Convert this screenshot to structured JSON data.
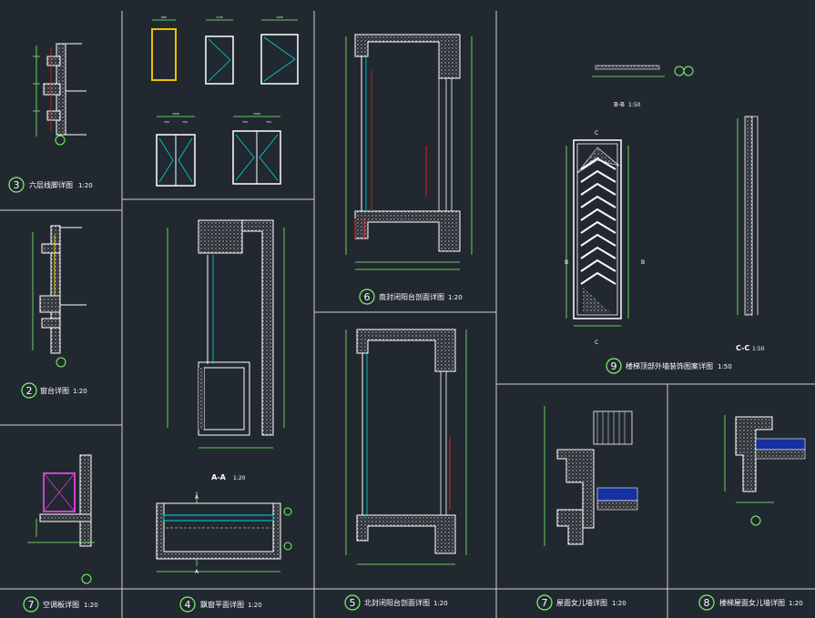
{
  "panels": [
    {
      "num": "3",
      "title": "六层线脚详图",
      "scale": "1:20"
    },
    {
      "num": "2",
      "title": "窗台详图",
      "scale": "1:20"
    },
    {
      "num": "7",
      "title": "空调板详图",
      "scale": "1:20"
    },
    {
      "num": "4",
      "title": "飘窗平面详图",
      "scale": "1:20"
    },
    {
      "num": "6",
      "title": "南封闭阳台剖面详图",
      "scale": "1:20"
    },
    {
      "num": "5",
      "title": "北封闭阳台剖面详图",
      "scale": "1:20"
    },
    {
      "num": "9",
      "title": "楼梯顶部外墙装饰图案详图",
      "scale": "1:50"
    },
    {
      "num": "7",
      "title": "屋面女儿墙详图",
      "scale": "1:20"
    },
    {
      "num": "8",
      "title": "楼梯屋面女儿墙详图",
      "scale": "1:20"
    }
  ],
  "section_labels": {
    "bb": "B-B",
    "bb_scale": "1:50",
    "cc": "C-C",
    "cc_scale": "1:50",
    "aa": "A-A",
    "aa_scale": "1:20"
  },
  "markers": {
    "a_top": "A",
    "a_bottom": "A",
    "b_left": "B",
    "b_right": "B",
    "c_top": "C",
    "c_bottom": "C"
  },
  "window_dims": {
    "w1": "680",
    "w2": "1135",
    "w3": "1325",
    "w4": "1500",
    "w5": "1500",
    "w4a": "750",
    "w4b": "750",
    "w5a": "750",
    "w5b": "750"
  },
  "colors": {
    "background": "#212830",
    "line": "#7cfc6a",
    "text": "#ffffff",
    "panel_border": "#d0d0d0",
    "accent": "#e02020"
  }
}
